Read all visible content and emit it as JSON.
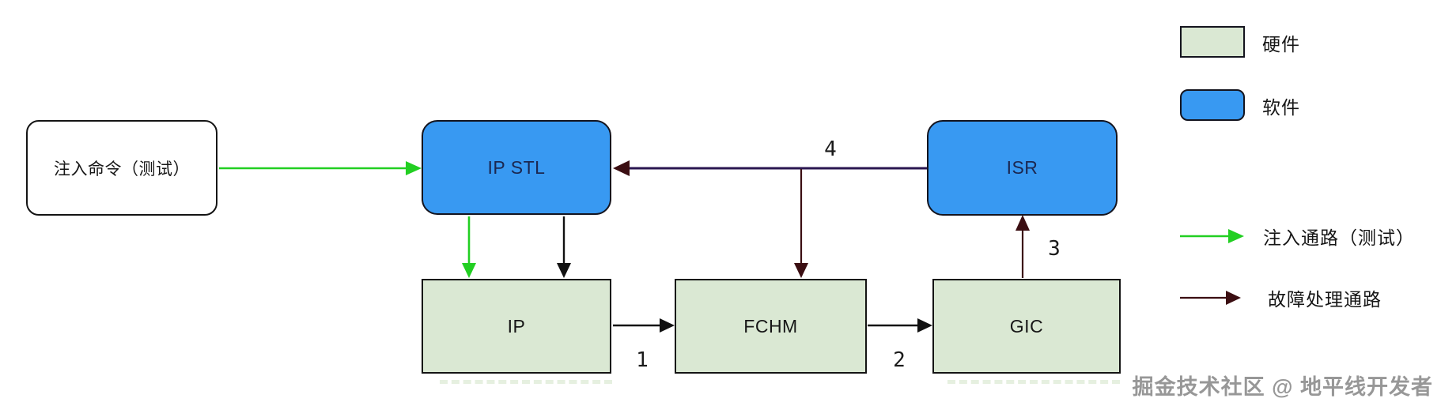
{
  "diagram": {
    "nodes": {
      "inject_cmd": "注入命令（测试）",
      "ip_stl": "IP STL",
      "isr": "ISR",
      "ip": "IP",
      "fchm": "FCHM",
      "gic": "GIC"
    },
    "edge_labels": {
      "step1": "1",
      "step2": "2",
      "step3": "3",
      "step4": "4"
    }
  },
  "legend": {
    "hardware_label": "硬件",
    "software_label": "软件",
    "inject_path_label": "注入通路（测试）",
    "fault_path_label": "故障处理通路"
  },
  "watermark": "掘金技术社区 @ 地平线开发者",
  "colors": {
    "hardware-fill": "#dae8d3",
    "software-fill": "#3899f2",
    "software-text": "#1b2750",
    "node-border": "#141414",
    "inject-green": "#22cf22",
    "fault-dark": "#3b0e12",
    "return-purple": "#2a1650",
    "plain-black": "#111111",
    "watermark-gray": "#979797"
  }
}
